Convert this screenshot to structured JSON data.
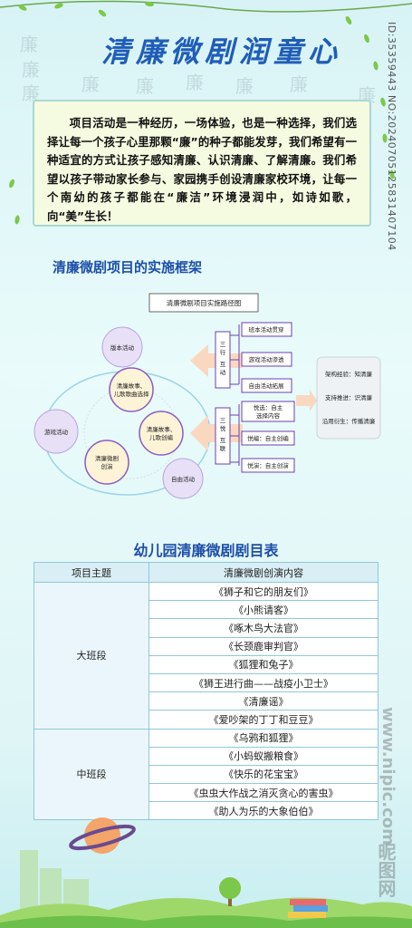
{
  "watermark_chars": [
    "廉",
    "廉",
    "廉",
    "廉",
    "廉",
    "廉",
    "廉",
    "廉",
    "廉"
  ],
  "title": "清廉微剧润童心",
  "intro": "项目活动是一种经历，一场体验，也是一种选择，我们选择让每一个孩子心里那颗“廉”的种子都能发芽，我们希望有一种适宜的方式让孩子感知清廉、认识清廉、了解清廉。我们希望以孩子带动家长参与、家园携手创设清廉家校环境，让每一个南幼的孩子都能在“廉洁”环境浸润中，如诗如歌，向“美”生长！",
  "framework_title": "清廉微剧项目的实施框架",
  "diagram": {
    "title": "清廉微剧项目实施路径图",
    "circles": {
      "top": "版本活动",
      "left": "游戏活动",
      "right": "自由活动",
      "inner_top": [
        "清廉故事、",
        "儿歌歌曲选择"
      ],
      "inner_right": [
        "清廉故事、",
        "儿歌创编"
      ],
      "inner_bottom": [
        "清廉微剧",
        "创演"
      ]
    },
    "group1": {
      "label": [
        "三",
        "行",
        "互",
        "动"
      ],
      "items": [
        "班本活动贯穿",
        "游戏活动渗透",
        "自由活动拓展"
      ]
    },
    "group2": {
      "label": [
        "三",
        "悦",
        "互",
        "联"
      ],
      "items": [
        [
          "悦选：自主",
          "选择内容"
        ],
        [
          "悦编：自主创编"
        ],
        [
          "悦演：自主创演"
        ]
      ]
    },
    "result": [
      "架构经验：知清廉",
      "支持推进：识清廉",
      "沿用衍生：传播清廉"
    ]
  },
  "table_title": "幼儿园清廉微剧剧目表",
  "table": {
    "headers": [
      "项目主题",
      "清廉微剧创演内容"
    ],
    "groups": [
      {
        "name": "大班段",
        "plays": [
          "《狮子和它的朋友们》",
          "《小熊请客》",
          "《啄木鸟大法官》",
          "《长颈鹿审判官》",
          "《狐狸和兔子》",
          "《狮王进行曲——战疫小卫士》",
          "《清廉谣》",
          "《爱吵架的丁丁和豆豆》"
        ]
      },
      {
        "name": "中班段",
        "plays": [
          "《乌鸦和狐狸》",
          "《小蚂蚁搬粮食》",
          "《快乐的花宝宝》",
          "《虫虫大作战之消灭贪心的害虫》",
          "《助人为乐的大象伯伯》"
        ]
      }
    ]
  },
  "id_mark": "ID:35359443 NO:20240705125831407104",
  "site_mark": "www.nipic.com",
  "site_logo": "昵图网",
  "colors": {
    "title": "#1f5db8",
    "accent_purple": "#6b3fb0",
    "table_border": "#8fc8da"
  }
}
